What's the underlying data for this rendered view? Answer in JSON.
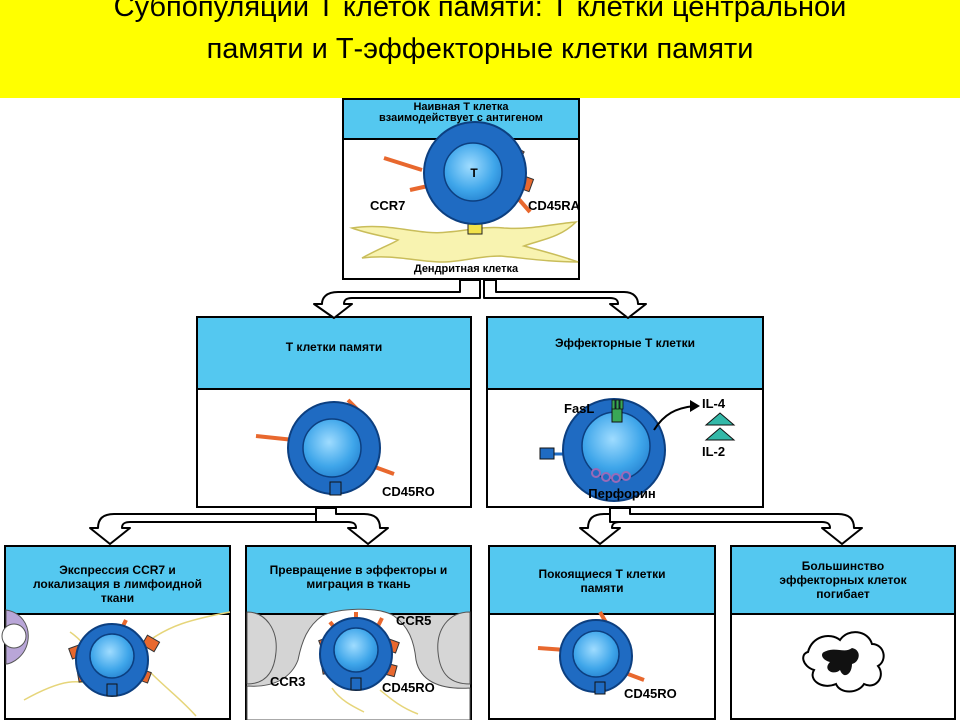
{
  "title": {
    "line1": "Субпопуляции Т клеток памяти: Т клетки центральной",
    "line2": "памяти и Т-эффекторные клетки памяти"
  },
  "naive": {
    "header": "Наивная Т клетка взаимодействует с антигеном",
    "cell_letter": "T",
    "ccr7": "CCR7",
    "cd45ra": "CD45RA",
    "dendritic": "Дендритная клетка"
  },
  "memory": {
    "header": "Т клетки памяти",
    "cd45ro": "CD45RO"
  },
  "effector": {
    "header": "Эффекторные Т клетки",
    "fasl": "FasL",
    "il4": "IL-4",
    "il2": "IL-2",
    "perforin": "Перфорин"
  },
  "bottom": [
    {
      "header": "Экспрессия CCR7 и локализация в лимфоидной ткани"
    },
    {
      "header": "Превращение в эффекторы и миграция в ткань",
      "ccr5": "CCR5",
      "ccr3": "CCR3",
      "cd45ro": "CD45RO"
    },
    {
      "header": "Покоящиеся Т клетки памяти",
      "cd45ro": "CD45RO"
    },
    {
      "header": "Большинство эффекторных клеток погибает"
    }
  ],
  "colors": {
    "banner": "#ffff00",
    "header_fill": "#54c8f0",
    "cell_outer": "#1f6bc2",
    "receptor": "#e8682e",
    "dendritic": "#f8f3b0"
  }
}
